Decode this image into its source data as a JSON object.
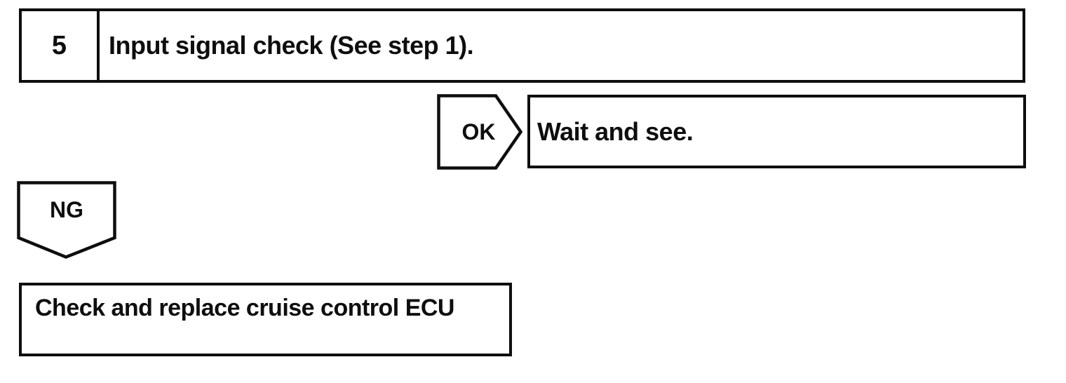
{
  "colors": {
    "ink": "#0e0e0e",
    "paper": "#ffffff"
  },
  "step": {
    "number": "5",
    "instruction": "Input signal check (See step 1)."
  },
  "ok": {
    "label": "OK",
    "action": "Wait and see."
  },
  "ng": {
    "label": "NG",
    "action": "Check and replace cruise control ECU"
  }
}
